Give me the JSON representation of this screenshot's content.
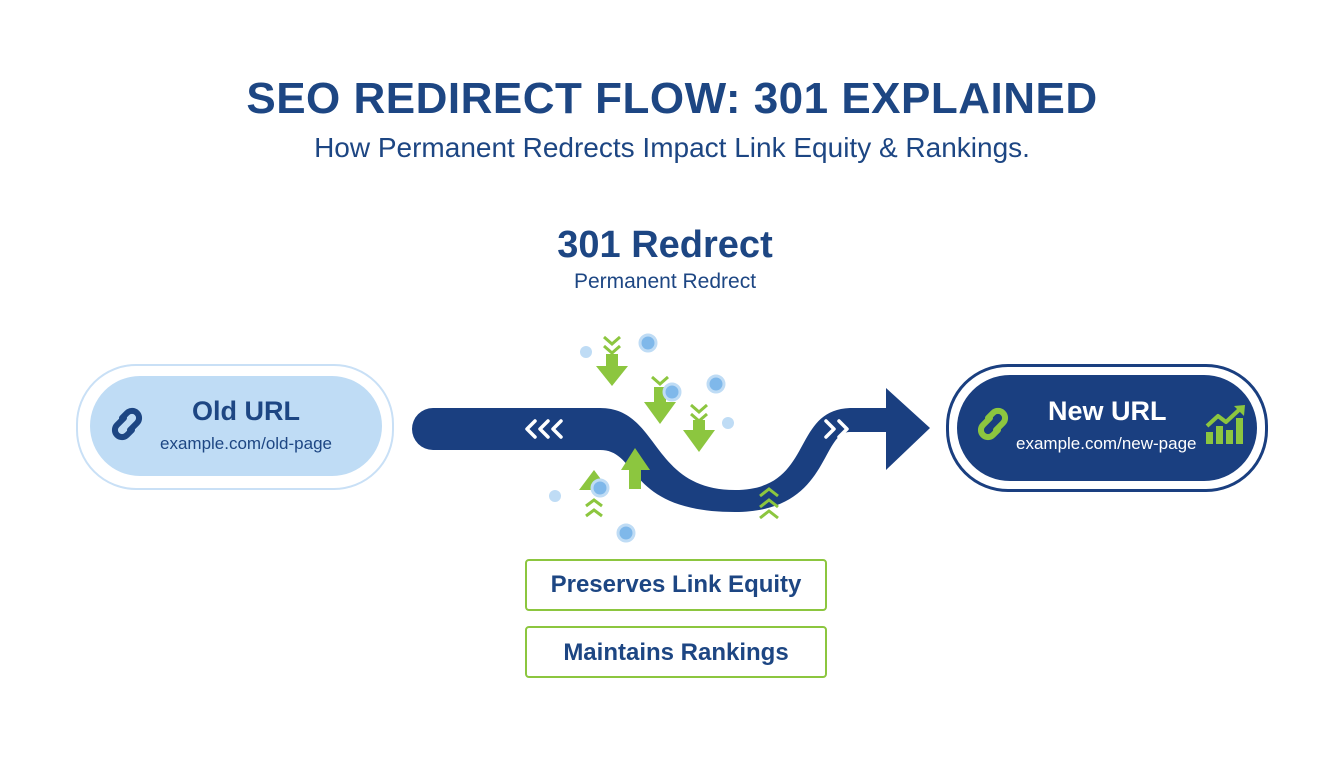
{
  "header": {
    "title": "SEO REDIRECT FLOW: 301 EXPLAINED",
    "subtitle": "How Permanent Redrects Impact Link Equity & Rankings."
  },
  "redirect": {
    "heading": "301 Redrect",
    "subheading": "Permanent Redrect"
  },
  "old_url": {
    "title": "Old URL",
    "path": "example.com/old-page",
    "icon": "link-icon"
  },
  "new_url": {
    "title": "New URL",
    "path": "example.com/new-page",
    "icon": "link-icon",
    "growth_icon": "growth-chart-icon"
  },
  "flow": {
    "left_chevrons": "‹‹‹",
    "right_chevrons": "››"
  },
  "benefits": [
    "Preserves Link Equity",
    "Maintains Rankings"
  ],
  "colors": {
    "navy": "#1a3f80",
    "light_blue": "#bfdcf5",
    "green": "#8cc63f",
    "dot_blue": "#7fb8ea"
  }
}
